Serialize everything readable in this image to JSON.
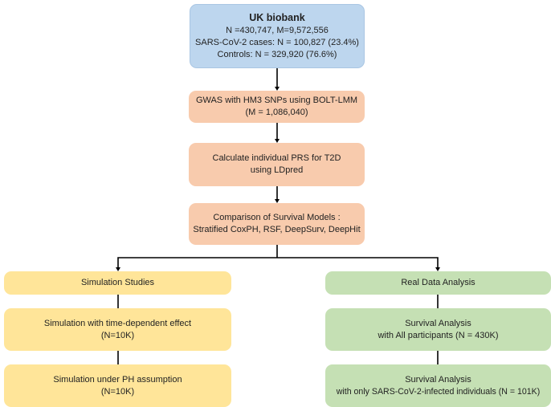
{
  "diagram": {
    "type": "flowchart",
    "source": {
      "title": "UK biobank",
      "lines": [
        "N =430,747, M=9,572,556",
        "SARS-CoV-2 cases: N = 100,827 (23.4%)",
        "Controls: N = 329,920  (76.6%)"
      ],
      "color": "#bdd6ee"
    },
    "pipeline": [
      {
        "lines": [
          "GWAS with HM3 SNPs using BOLT-LMM",
          "(M = 1,086,040)"
        ],
        "color": "#f8cbad"
      },
      {
        "lines": [
          "Calculate individual PRS for T2D",
          "using LDpred"
        ],
        "color": "#f8cbad"
      },
      {
        "lines": [
          "Comparison of Survival Models :",
          "Stratified CoxPH, RSF, DeepSurv, DeepHit"
        ],
        "color": "#f8cbad"
      }
    ],
    "branches": [
      {
        "header": "Simulation Studies",
        "color": "#ffe599",
        "steps": [
          {
            "lines": [
              "Simulation with time-dependent effect",
              "(N=10K)"
            ]
          },
          {
            "lines": [
              "Simulation under PH assumption",
              "(N=10K)"
            ]
          }
        ]
      },
      {
        "header": "Real Data Analysis",
        "color": "#c5e0b4",
        "steps": [
          {
            "lines": [
              "Survival Analysis",
              "with All participants (N = 430K)"
            ]
          },
          {
            "lines": [
              "Survival Analysis",
              "with only SARS-CoV-2-infected individuals  (N = 101K)"
            ]
          }
        ]
      }
    ]
  }
}
